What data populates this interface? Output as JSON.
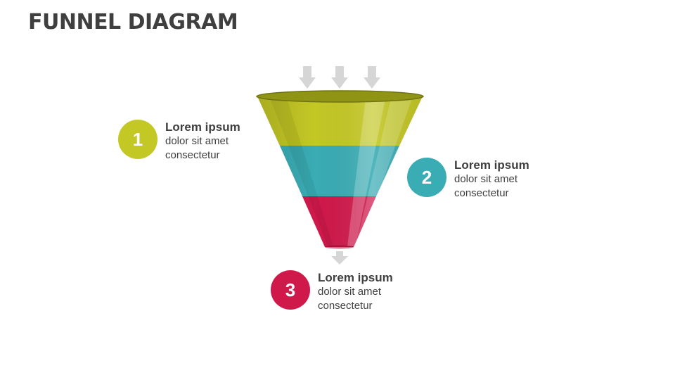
{
  "title": "FUNNEL DIAGRAM",
  "colors": {
    "stage1": "#c4c825",
    "stage2": "#3aacb4",
    "stage3": "#d0194b",
    "rim": "#8f9414",
    "arrow": "#d6d6d6",
    "text": "#3f3f3f"
  },
  "stages": [
    {
      "number": "1",
      "heading": "Lorem ipsum",
      "line1": "dolor sit amet",
      "line2": "consectetur"
    },
    {
      "number": "2",
      "heading": "Lorem ipsum",
      "line1": "dolor sit amet",
      "line2": "consectetur"
    },
    {
      "number": "3",
      "heading": "Lorem ipsum",
      "line1": "dolor sit amet",
      "line2": "consectetur"
    }
  ]
}
